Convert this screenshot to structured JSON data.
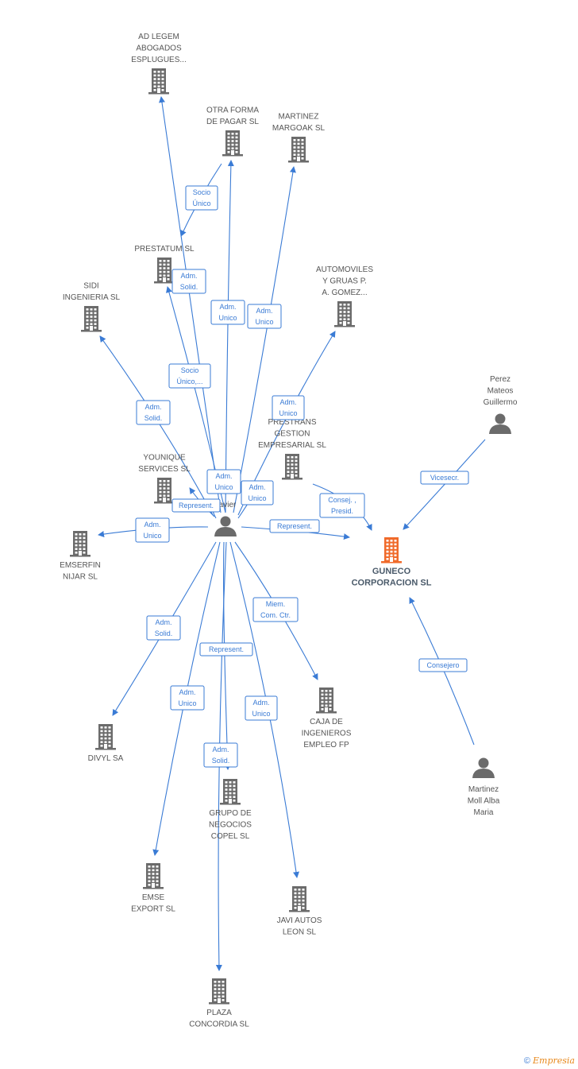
{
  "colors": {
    "edge": "#3a7bd5",
    "icon": "#6b6b6b",
    "focus": "#f06a2a",
    "label": "#555555"
  },
  "nodes": [
    {
      "id": "adlegem",
      "kind": "company",
      "lines": [
        "AD LEGEM",
        "ABOGADOS",
        "ESPLUGUES..."
      ]
    },
    {
      "id": "otraforma",
      "kind": "company",
      "lines": [
        "OTRA FORMA",
        "DE PAGAR  SL"
      ]
    },
    {
      "id": "margoak",
      "kind": "company",
      "lines": [
        "MARTINEZ",
        "MARGOAK SL"
      ]
    },
    {
      "id": "prestatum",
      "kind": "company",
      "lines": [
        "PRESTATUM  SL"
      ]
    },
    {
      "id": "sidi",
      "kind": "company",
      "lines": [
        "SIDI",
        "INGENIERIA  SL"
      ]
    },
    {
      "id": "automoviles",
      "kind": "company",
      "lines": [
        "AUTOMOVILES",
        "Y GRUAS P.",
        "A. GOMEZ..."
      ]
    },
    {
      "id": "prestrans",
      "kind": "company",
      "lines": [
        "PRESTRANS",
        "GESTION",
        "EMPRESARIAL SL"
      ]
    },
    {
      "id": "younique",
      "kind": "company",
      "lines": [
        "YOUNIQUE",
        "SERVICES SL"
      ]
    },
    {
      "id": "emserfin",
      "kind": "company",
      "lines": [
        "EMSERFIN",
        "NIJAR SL"
      ]
    },
    {
      "id": "guneco",
      "kind": "focus",
      "lines": [
        "GUNECO",
        "CORPORACION SL"
      ]
    },
    {
      "id": "caja",
      "kind": "company",
      "lines": [
        "CAJA DE",
        "INGENIEROS",
        "EMPLEO FP"
      ]
    },
    {
      "id": "divyl",
      "kind": "company",
      "lines": [
        "DIVYL SA"
      ]
    },
    {
      "id": "copel",
      "kind": "company",
      "lines": [
        "GRUPO DE",
        "NEGOCIOS",
        "COPEL SL"
      ]
    },
    {
      "id": "emse",
      "kind": "company",
      "lines": [
        "EMSE",
        "EXPORT SL"
      ]
    },
    {
      "id": "javi",
      "kind": "company",
      "lines": [
        "JAVI AUTOS",
        "LEON SL"
      ]
    },
    {
      "id": "plaza",
      "kind": "company",
      "lines": [
        "PLAZA",
        "CONCORDIA SL"
      ]
    },
    {
      "id": "javier",
      "kind": "person",
      "lines": [
        "Javier"
      ]
    },
    {
      "id": "perez",
      "kind": "person",
      "lines": [
        "Perez",
        "Mateos",
        "Guillermo"
      ]
    },
    {
      "id": "martinez",
      "kind": "person",
      "lines": [
        "Martinez",
        "Moll Alba",
        "Maria"
      ]
    }
  ],
  "edges": [
    {
      "id": "e1",
      "lines": [
        "Socio",
        "Único"
      ]
    },
    {
      "id": "e2",
      "lines": [
        "Adm.",
        "Solid."
      ]
    },
    {
      "id": "e3",
      "lines": [
        "Adm.",
        "Unico"
      ]
    },
    {
      "id": "e4",
      "lines": [
        "Adm.",
        "Unico"
      ]
    },
    {
      "id": "e5",
      "lines": [
        "Socio",
        "Único,..."
      ]
    },
    {
      "id": "e6",
      "lines": [
        "Adm.",
        "Solid."
      ]
    },
    {
      "id": "e7",
      "lines": [
        "Adm.",
        "Unico"
      ]
    },
    {
      "id": "e8",
      "lines": [
        "Adm.",
        "Unico"
      ]
    },
    {
      "id": "e9",
      "lines": [
        "Adm.",
        "Unico"
      ]
    },
    {
      "id": "e10",
      "lines": [
        "Represent."
      ]
    },
    {
      "id": "e11",
      "lines": [
        "Adm.",
        "Unico"
      ]
    },
    {
      "id": "e12",
      "lines": [
        "Represent."
      ]
    },
    {
      "id": "e13",
      "lines": [
        "Consej. ,",
        "Presid."
      ]
    },
    {
      "id": "e14",
      "lines": [
        "Vicesecr."
      ]
    },
    {
      "id": "e15",
      "lines": [
        "Miem.",
        "Com. Ctr."
      ]
    },
    {
      "id": "e16",
      "lines": [
        "Consejero"
      ]
    },
    {
      "id": "e17",
      "lines": [
        "Adm.",
        "Solid."
      ]
    },
    {
      "id": "e18",
      "lines": [
        "Represent."
      ]
    },
    {
      "id": "e19",
      "lines": [
        "Adm.",
        "Unico"
      ]
    },
    {
      "id": "e20",
      "lines": [
        "Adm.",
        "Unico"
      ]
    },
    {
      "id": "e21",
      "lines": [
        "Adm.",
        "Solid."
      ]
    }
  ],
  "footer": {
    "copyright": "©",
    "brand": "Empresia"
  }
}
